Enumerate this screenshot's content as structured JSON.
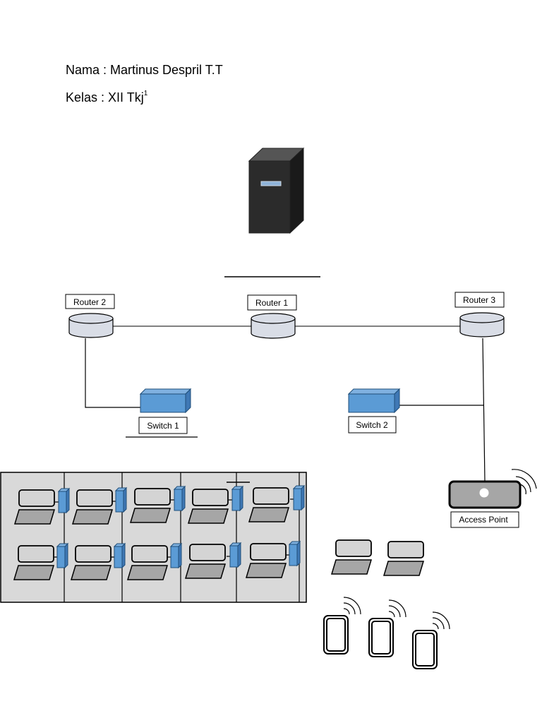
{
  "header": {
    "name_line": "Nama : Martinus Despril T.T",
    "class_line": "Kelas : XII Tkj",
    "class_sup": "1"
  },
  "devices": {
    "router1": "Router 1",
    "router2": "Router 2",
    "router3": "Router 3",
    "switch1": "Switch 1",
    "switch2": "Switch 2",
    "access_point": "Access Point"
  },
  "colors": {
    "server": "#2b2b2b",
    "switch": "#5b9bd5",
    "router": "#d9dde6",
    "lab_bg": "#d9d9d9",
    "laptop_body": "#d4d4d4",
    "laptop_base": "#a6a6a6",
    "access_point": "#a6a6a6"
  }
}
